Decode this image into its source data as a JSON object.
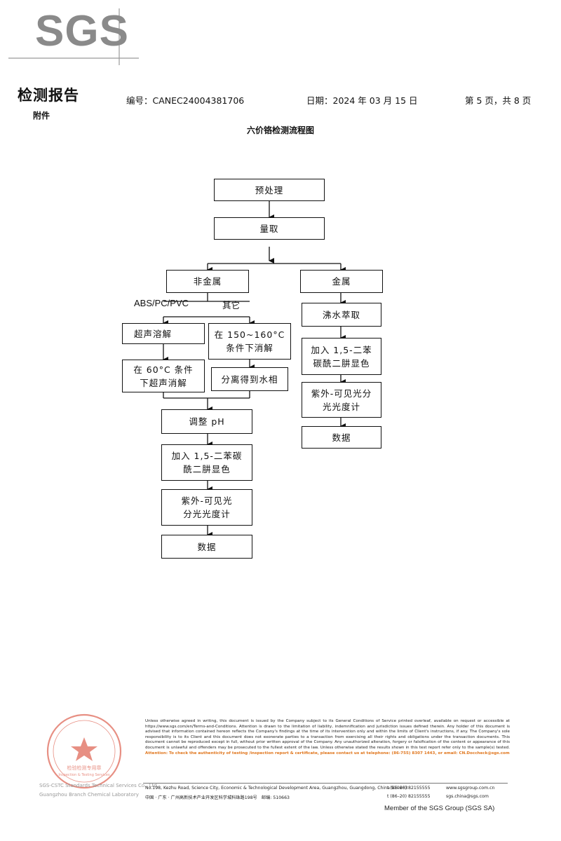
{
  "logo": {
    "text": "SGS"
  },
  "header": {
    "report_title": "检测报告",
    "appendix": "附件",
    "report_no": "编号：CANEC24004381706",
    "date": "日期：2024 年 03 月 15 日",
    "page": "第 5 页，共 8 页"
  },
  "flowchart": {
    "title": "六价铬检测流程图",
    "pretreatment": "预处理",
    "measure": "量取",
    "nonmetal": "非金属",
    "metal": "金属",
    "branch_abs": "ABS/PC/PVC",
    "branch_other": "其它",
    "ultrasonic": "超声溶解",
    "heat_digest_1": "在 150~160°C",
    "heat_digest_2": "条件下消解",
    "ultrasonic60_1": "在 60°C 条件",
    "ultrasonic60_2": "下超声消解",
    "separate": "分离得到水相",
    "adjust_ph": "调整 pH",
    "add_dpc_left_1": "加入 1,5-二苯碳",
    "add_dpc_left_2": "酰二肼显色",
    "uvvis_left_1": "紫外-可见光",
    "uvvis_left_2": "分光光度计",
    "data_left": "数据",
    "boiling": "沸水萃取",
    "add_dpc_right_1": "加入 1,5-二苯",
    "add_dpc_right_2": "碳酰二肼显色",
    "uvvis_right_1": "紫外-可见光分",
    "uvvis_right_2": "光光度计",
    "data_right": "数据"
  },
  "footer": {
    "disclaimer": "Unless otherwise agreed in writing, this document is issued by the Company subject to its General Conditions of Service printed overleaf, available on request or accessible at https://www.sgs.com/en/Terms-and-Conditions. Attention is drawn to the limitation of liability, indemnification and jurisdiction issues defined therein. Any holder of this document is advised that information contained hereon reflects the Company's findings at the time of its intervention only and within the limits of Client's instructions, if any. The Company's sole responsibility is to its Client and this document does not exonerate parties to a transaction from exercising all their rights and obligations under the transaction documents. This document cannot be reproduced except in full, without prior written approval of the Company. Any unauthorized alteration, forgery or falsification of the content or appearance of this document is unlawful and offenders may be prosecuted to the fullest extent of the law. Unless otherwise stated the results shown in this test report refer only to the sample(s) tested.",
    "warning": "Attention: To check the authenticity of testing /inspection report & certificate, please contact us at telephone: (86-755) 8307 1443, or email: CN.Doccheck@sgs.com",
    "address_en": "No.198, Kezhu Road, Science City, Economic & Technological Development Area, Guangzhou, Guangdong, China 510663",
    "address_cn": "中国 · 广东 · 广州高新技术产业开发区科学城科珠路198号　邮编: 510663",
    "phone_1": "t (86–20) 82155555",
    "phone_2": "t (86–20) 82155555",
    "web": "www.sgsgroup.com.cn",
    "email": "sgs.china@sgs.com",
    "member": "Member of the SGS Group (SGS SA)",
    "seal_line_1": "SGS-CSTC Standards Technical Services Co., Ltd.",
    "seal_line_2": "Guangzhou Branch Chemical Laboratory"
  },
  "seal": {
    "color": "#e06a5a",
    "text": "检验检测专用章",
    "sub": "Inspection & Testing Services"
  }
}
